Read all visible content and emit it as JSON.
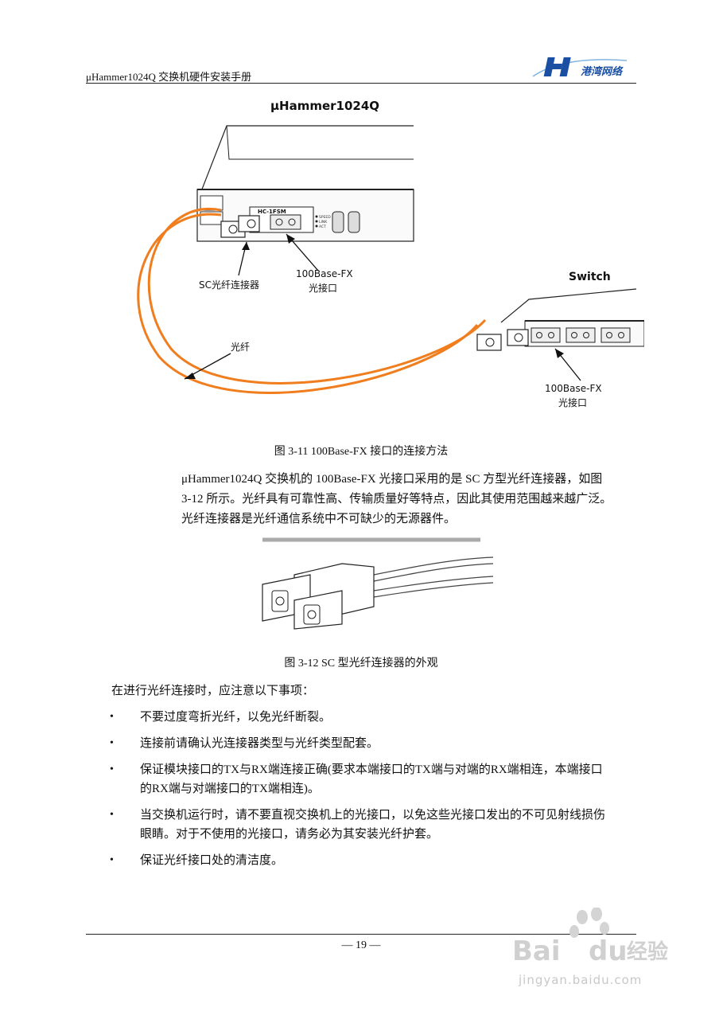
{
  "header": {
    "title": "μHammer1024Q 交换机硬件安装手册",
    "logo_text": "港湾网络",
    "logo_color": "#1a4fa3"
  },
  "figure1": {
    "device_label": "μHammer1024Q",
    "module_label": "HC-1FSM",
    "led_labels": [
      "SPEED",
      "LINK",
      "ACT"
    ],
    "switch_label": "Switch",
    "callout_connector": "SC光纤连接器",
    "callout_port_top": [
      "100Base-FX",
      "光接口"
    ],
    "callout_port_bottom": [
      "100Base-FX",
      "光接口"
    ],
    "callout_fiber": "光纤",
    "fiber_color": "#f07d1e",
    "caption": "图 3-11  100Base-FX 接口的连接方法"
  },
  "paragraph": {
    "lines": [
      "μHammer1024Q 交换机的 100Base-FX 光接口采用的是 SC 方型光纤连接器，如图",
      "3-12 所示。光纤具有可靠性高、传输质量好等特点，因此其使用范围越来越广泛。",
      "光纤连接器是光纤通信系统中不可缺少的无源器件。"
    ]
  },
  "figure2": {
    "caption": "图 3-12    SC 型光纤连接器的外观"
  },
  "notes": {
    "intro": "在进行光纤连接时，应注意以下事项：",
    "bullet_symbol": "•",
    "items": [
      [
        "不要过度弯折光纤，以免光纤断裂。"
      ],
      [
        "连接前请确认光连接器类型与光纤类型配套。"
      ],
      [
        "保证模块接口的TX与RX端连接正确(要求本端接口的TX端与对端的RX端相连，本端接口",
        "的RX端与对端接口的TX端相连)。"
      ],
      [
        "当交换机运行时，请不要直视交换机上的光接口，以免这些光接口发出的不可见射线损伤",
        "眼睛。对于不使用的光接口，请务必为其安装光纤护套。"
      ],
      [
        "保证光纤接口处的清洁度。"
      ]
    ]
  },
  "footer": {
    "page_number": "— 19 —"
  },
  "watermark": {
    "brand": "Bai",
    "brand2": "du",
    "brand_cn": "经验",
    "url": "jingyan.baidu.com"
  }
}
